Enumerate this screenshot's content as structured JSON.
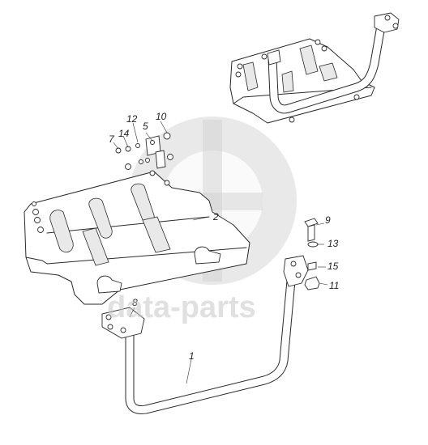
{
  "watermark": {
    "text": "data-parts"
  },
  "callouts": {
    "c1": "1",
    "c2": "2",
    "c5": "5",
    "c7": "7",
    "c8": "8",
    "c9": "9",
    "c10": "10",
    "c11": "11",
    "c12": "12",
    "c13": "13",
    "c14": "14",
    "c15": "15"
  }
}
